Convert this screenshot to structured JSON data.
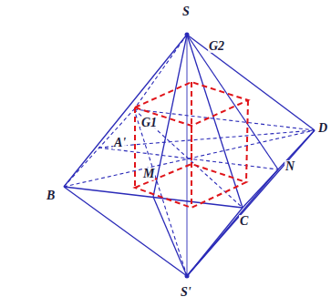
{
  "diagram": {
    "labels": [
      "S",
      "A'",
      "G1",
      "G2",
      "D",
      "B",
      "M",
      "N",
      "C",
      "S'"
    ]
  }
}
